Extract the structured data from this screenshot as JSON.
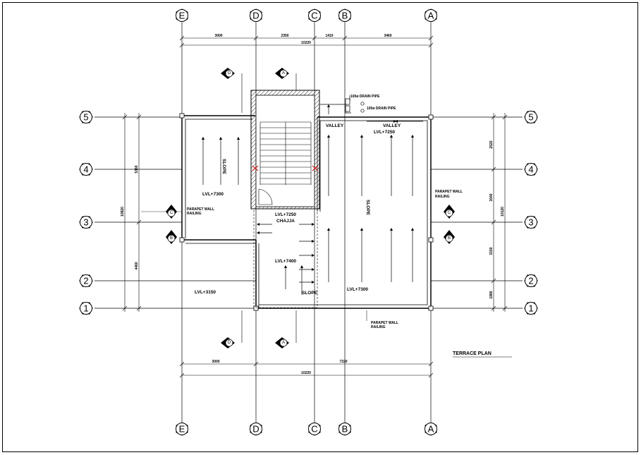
{
  "grid_cols": [
    "E",
    "D",
    "C",
    "B",
    "A"
  ],
  "grid_rows": [
    "5",
    "4",
    "3",
    "2",
    "1"
  ],
  "labels": {
    "drain_pipe_1": "100ø DRAIN PIPE",
    "drain_pipe_2": "100ø DRAIN PIPE",
    "valley_left": "VALLEY",
    "valley_right": "VALLEY",
    "lvl_valley": "LVL+7250",
    "slope_left": "SLOPE",
    "slope_right": "SLOPE",
    "slope_bottom": "SLOPE",
    "lvl_left_room": "LVL+7300",
    "parapet_left": "PARAPET WALL",
    "railing_left": "RAILING",
    "lvl_stair": "LVL+7250",
    "chajja": "CHAJJA",
    "lvl_center": "LVL+7400",
    "lvl_bottom_left": "LVL+3150",
    "lvl_right_bottom": "LVL+7300",
    "parapet_right": "PARAPET WALL",
    "railing_right": "RAILING",
    "parapet_bottom": "PARAPET WALL",
    "railing_bottom": "RAILING",
    "plan_title": "TERRACE PLAN"
  },
  "section_marks": {
    "top_d": "D",
    "top_a": "A",
    "left_c": "C",
    "left_b": "B",
    "right_c": "C",
    "right_b": "B",
    "bottom_d": "D",
    "bottom_a": "A"
  },
  "dimensions": {
    "top_e_d": "3000",
    "top_d_c": "2350",
    "top_c_b": "1410",
    "top_b_a": "3460",
    "top_total": "10220",
    "bottom_left": "3000",
    "bottom_right": "7220",
    "bottom_total": "10220",
    "left_total": "10820",
    "left_upper": "5360",
    "left_lower": "4460",
    "right_top": "2520",
    "right_mid": "3040",
    "right_low": "3150",
    "right_bot": "1880",
    "right_total": "10120"
  }
}
